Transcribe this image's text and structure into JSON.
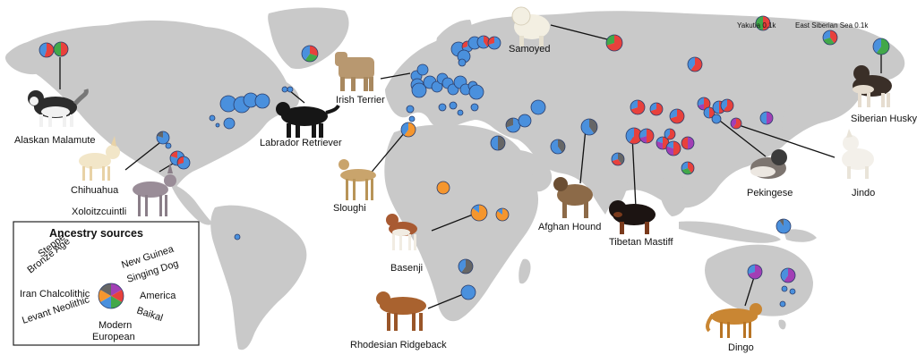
{
  "colors": {
    "land": "#c9c9c9",
    "steppe_bronze_age": "#e8413c",
    "new_guinea_singing_dog": "#a23fb5",
    "america": "#e8413c",
    "baikal": "#42a84a",
    "modern_european": "#4a90dd",
    "levant_neolithic": "#f5962e",
    "iran_chalcolithic": "#666666"
  },
  "legend": {
    "title": "Ancestry sources",
    "steppe": "Steppe",
    "bronze_age": "Bronze Age",
    "new_guinea": "New Guinea",
    "singing_dog": "Singing Dog",
    "america": "America",
    "iran": "Iran Chalcolithic",
    "baikal": "Baikal",
    "levant": "Levant Neolithic",
    "modern": "Modern",
    "european": "European"
  },
  "breeds": {
    "alaskan_malamute": "Alaskan Malamute",
    "chihuahua": "Chihuahua",
    "xoloitzcuintli": "Xoloitzcuintli",
    "labrador_retriever": "Labrador Retriever",
    "irish_terrier": "Irish Terrier",
    "samoyed": "Samoyed",
    "sloughi": "Sloughi",
    "basenji": "Basenji",
    "rhodesian_ridgeback": "Rhodesian Ridgeback",
    "afghan_hound": "Afghan Hound",
    "tibetan_mastiff": "Tibetan Mastiff",
    "pekingese": "Pekingese",
    "jindo": "Jindo",
    "siberian_husky": "Siberian Husky",
    "dingo": "Dingo"
  },
  "sites": {
    "yakutia": "Yakutia 0.1k",
    "east_siberian_sea": "East Siberian Sea 0.1k"
  }
}
